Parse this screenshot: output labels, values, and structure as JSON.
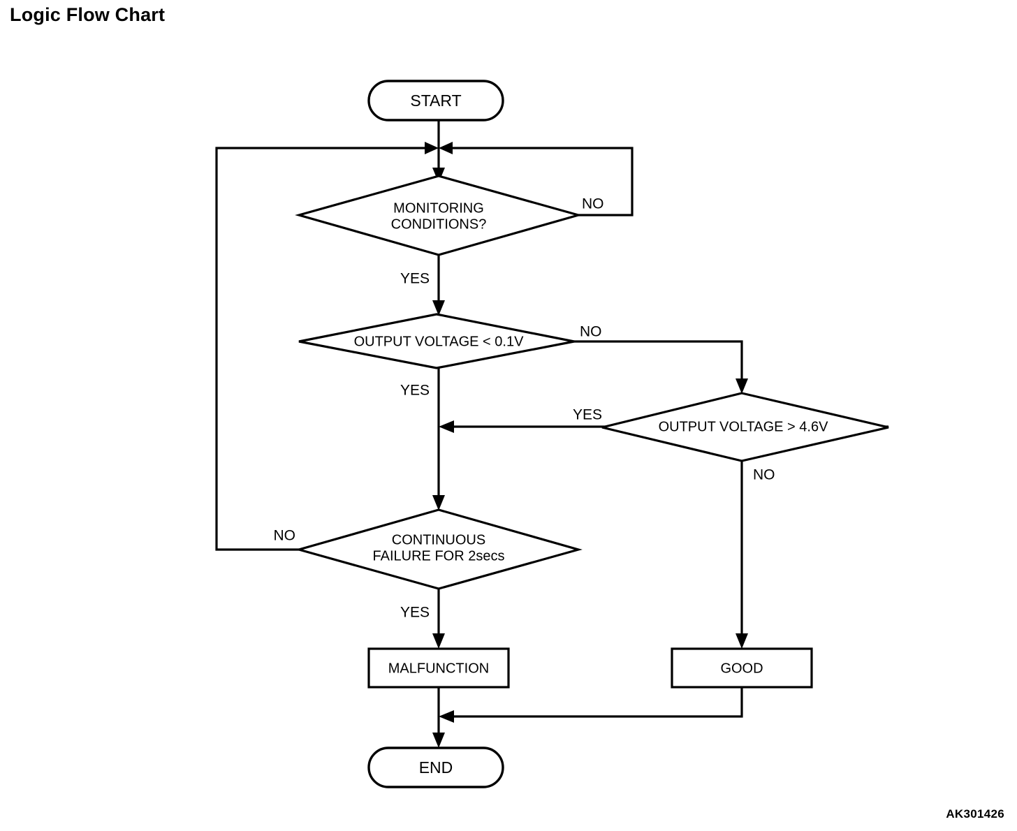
{
  "title": "Logic Flow Chart",
  "figure_code": "AK301426",
  "colors": {
    "background": "#ffffff",
    "line": "#000000",
    "text": "#000000"
  },
  "chart_data": {
    "type": "flowchart",
    "title": "Logic Flow Chart",
    "orientation": "top-to-bottom",
    "nodes": [
      {
        "id": "start",
        "shape": "terminal",
        "label": "START"
      },
      {
        "id": "monitoring",
        "shape": "decision",
        "label_line1": "MONITORING",
        "label_line2": "CONDITIONS?"
      },
      {
        "id": "volt_low",
        "shape": "decision",
        "label_line1": "OUTPUT VOLTAGE < 0.1V",
        "label_line2": ""
      },
      {
        "id": "volt_high",
        "shape": "decision",
        "label_line1": "OUTPUT VOLTAGE > 4.6V",
        "label_line2": ""
      },
      {
        "id": "continuous",
        "shape": "decision",
        "label_line1": "CONTINUOUS",
        "label_line2": "FAILURE FOR 2secs"
      },
      {
        "id": "malfunction",
        "shape": "process",
        "label": "MALFUNCTION"
      },
      {
        "id": "good",
        "shape": "process",
        "label": "GOOD"
      },
      {
        "id": "end",
        "shape": "terminal",
        "label": "END"
      }
    ],
    "edges": [
      {
        "from": "start",
        "to": "monitoring",
        "label": ""
      },
      {
        "from": "monitoring",
        "to": "monitoring",
        "label": "NO"
      },
      {
        "from": "monitoring",
        "to": "volt_low",
        "label": "YES"
      },
      {
        "from": "volt_low",
        "to": "volt_high",
        "label": "NO"
      },
      {
        "from": "volt_low",
        "to": "continuous",
        "label": "YES"
      },
      {
        "from": "volt_high",
        "to": "continuous",
        "label": "YES"
      },
      {
        "from": "volt_high",
        "to": "good",
        "label": "NO"
      },
      {
        "from": "continuous",
        "to": "monitoring",
        "label": "NO"
      },
      {
        "from": "continuous",
        "to": "malfunction",
        "label": "YES"
      },
      {
        "from": "malfunction",
        "to": "end",
        "label": ""
      },
      {
        "from": "good",
        "to": "end",
        "label": ""
      }
    ]
  },
  "nodes": {
    "start": {
      "label": "START"
    },
    "monitoring": {
      "line1": "MONITORING",
      "line2": "CONDITIONS?"
    },
    "volt_low": {
      "label": "OUTPUT VOLTAGE < 0.1V"
    },
    "volt_high": {
      "label": "OUTPUT VOLTAGE > 4.6V"
    },
    "continuous": {
      "line1": "CONTINUOUS",
      "line2": "FAILURE FOR 2secs"
    },
    "malfunction": {
      "label": "MALFUNCTION"
    },
    "good": {
      "label": "GOOD"
    },
    "end": {
      "label": "END"
    }
  },
  "edge_labels": {
    "monitoring_no": "NO",
    "monitoring_yes": "YES",
    "volt_low_no": "NO",
    "volt_low_yes": "YES",
    "volt_high_yes": "YES",
    "volt_high_no": "NO",
    "continuous_no": "NO",
    "continuous_yes": "YES"
  }
}
